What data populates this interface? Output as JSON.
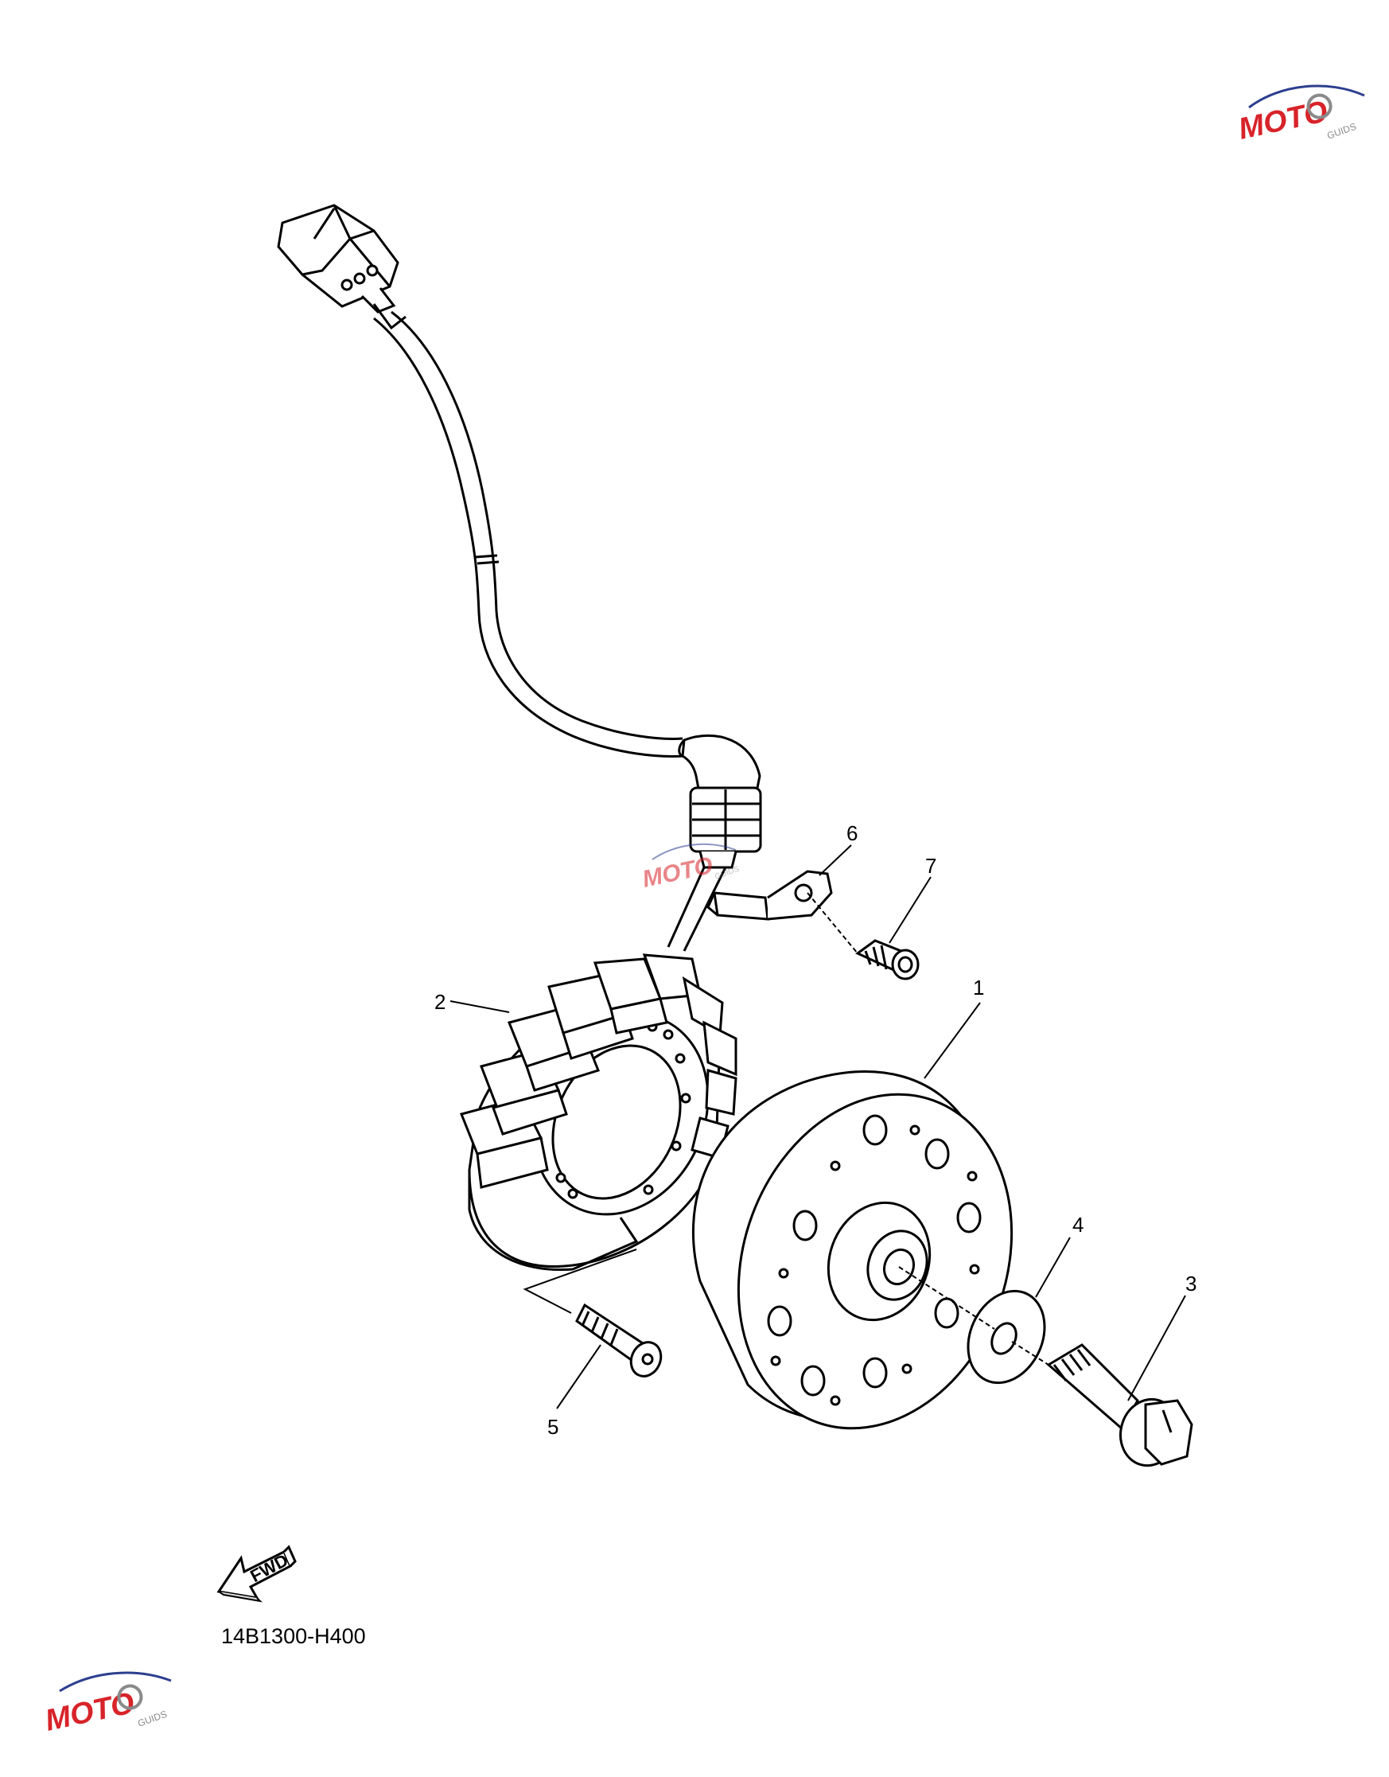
{
  "diagram": {
    "code": "14B1300-H400",
    "fwd_label": "FWD",
    "callouts": [
      {
        "id": "1",
        "label": "1"
      },
      {
        "id": "2",
        "label": "2"
      },
      {
        "id": "3",
        "label": "3"
      },
      {
        "id": "4",
        "label": "4"
      },
      {
        "id": "5",
        "label": "5"
      },
      {
        "id": "6",
        "label": "6"
      },
      {
        "id": "7",
        "label": "7"
      }
    ]
  },
  "watermark": {
    "brand": "MOTO",
    "tagline": "GUIDS",
    "colors": {
      "primary": "#d8232a",
      "secondary": "#8a8a8a",
      "accent": "#2d3f8f"
    }
  },
  "colors": {
    "line": "#000000",
    "background": "#ffffff",
    "shade": "#d9d9d9"
  }
}
